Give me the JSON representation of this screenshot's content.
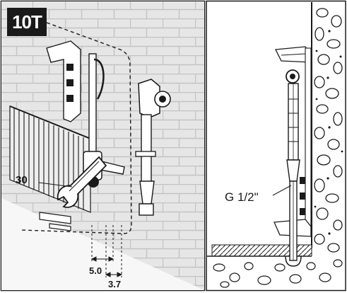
{
  "step_label": "10T",
  "dimensions": {
    "wrench_size": "30",
    "offset_a": "5.0",
    "offset_b": "3.7"
  },
  "thread_label": "G 1/2\"",
  "colors": {
    "ink": "#1a1a1a",
    "wall_fill": "#e6e6e6",
    "brick_line": "#c3c3c3",
    "badge": "#1a1a1a"
  }
}
